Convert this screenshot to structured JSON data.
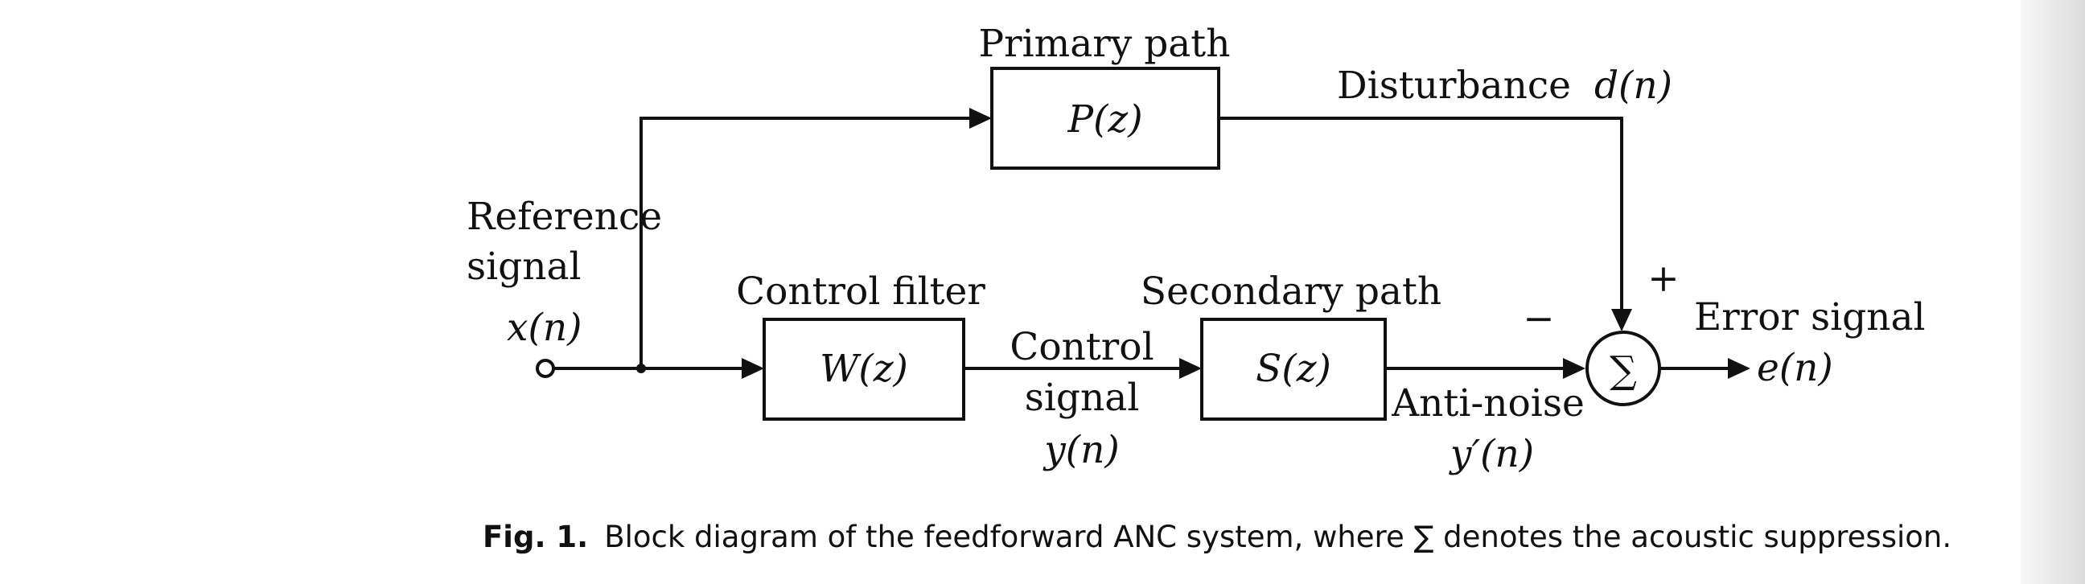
{
  "diagram": {
    "reference": {
      "line1": "Reference",
      "line2": "signal",
      "symbol": "x(n)"
    },
    "primary": {
      "title": "Primary path",
      "transfer": "P(z)"
    },
    "disturbance": {
      "label": "Disturbance",
      "symbol": "d(n)"
    },
    "control_filter": {
      "title": "Control filter",
      "transfer": "W(z)"
    },
    "control_signal": {
      "line1": "Control",
      "line2": "signal",
      "symbol": "y(n)"
    },
    "secondary": {
      "title": "Secondary path",
      "transfer": "S(z)"
    },
    "anti_noise": {
      "label": "Anti-noise",
      "symbol": "y′(n)"
    },
    "summer": {
      "symbol": "∑",
      "plus": "+",
      "minus": "−"
    },
    "error": {
      "label": "Error signal",
      "symbol": "e(n)"
    }
  },
  "caption": {
    "label": "Fig. 1.",
    "text": "Block diagram of the feedforward ANC system, where ∑ denotes the acoustic suppression."
  }
}
